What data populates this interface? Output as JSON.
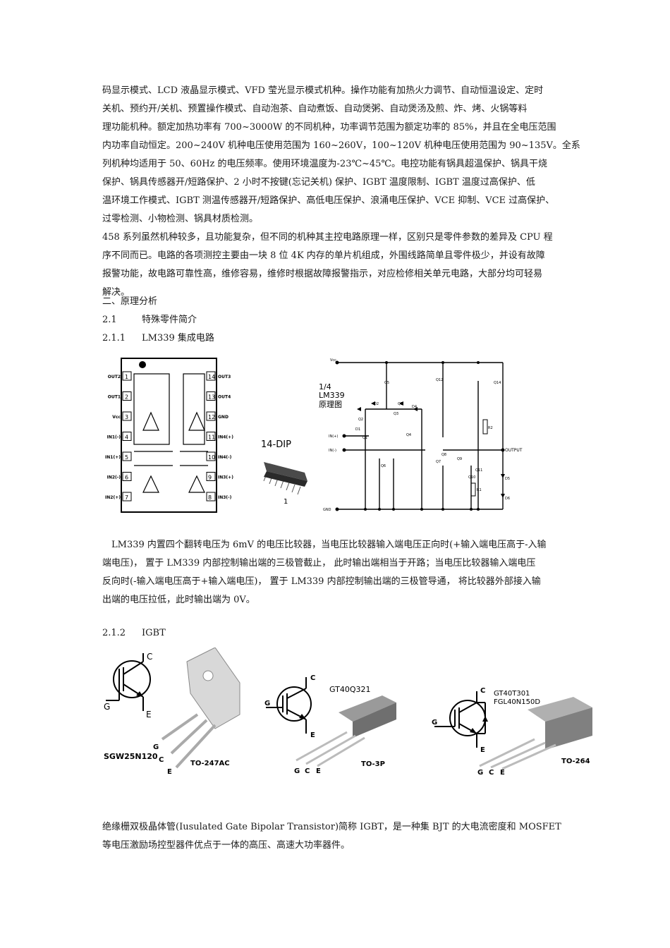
{
  "para1": [
    "码显示模式、LCD 液晶显示模式、VFD 莹光显示模式机种。操作功能有加热火力调节、自动恒温设定、定时",
    "关机、预约开/关机、预置操作模式、自动泡茶、自动煮饭、自动煲粥、自动煲汤及煎、炸、烤、火锅等料",
    "理功能机种。额定加热功率有 700~3000W 的不同机种，功率调节范围为额定功率的 85%，并且在全电压范围",
    "内功率自动恒定。200~240V 机种电压使用范围为 160~260V，100~120V 机种电压使用范围为 90~135V。全系",
    "列机种均适用于 50、60Hz 的电压频率。使用环境温度为-23℃~45℃。电控功能有锅具超温保护、锅具干烧",
    "保护、锅具传感器开/短路保护、2 小时不按键(忘记关机) 保护、IGBT 温度限制、IGBT 温度过高保护、低",
    "温环境工作模式、IGBT 测温传感器开/短路保护、高低电压保护、浪涌电压保护、VCE 抑制、VCE 过高保护、",
    "过零检测、小物检测、锅具材质检测。"
  ],
  "para2": [
    "458 系列虽然机种较多，且功能复杂，但不同的机种其主控电路原理一样，区别只是零件参数的差异及 CPU 程",
    "序不同而已。电路的各项测控主要由一块 8 位 4K 内存的单片机组成，外围线路简单且零件极少，并设有故障",
    "报警功能，故电路可靠性高，维修容易，维修时根据故障报警指示，对应检修相关单元电路，大部分均可轻易",
    "解决。"
  ],
  "section2": "二、原理分析",
  "h21": {
    "num": "2.1",
    "title": "特殊零件简介"
  },
  "h211": {
    "num": "2.1.1",
    "title": "LM339 集成电路"
  },
  "h212": {
    "num": "2.1.2",
    "title": "IGBT"
  },
  "lm339_pinout": {
    "left_pins": [
      {
        "n": "1",
        "label": "OUT2"
      },
      {
        "n": "2",
        "label": "OUT1"
      },
      {
        "n": "3",
        "label": "Vcc"
      },
      {
        "n": "4",
        "label": "IN1(-)"
      },
      {
        "n": "5",
        "label": "IN1(+)"
      },
      {
        "n": "6",
        "label": "IN2(-)"
      },
      {
        "n": "7",
        "label": "IN2(+)"
      }
    ],
    "right_pins": [
      {
        "n": "14",
        "label": "OUT3"
      },
      {
        "n": "13",
        "label": "OUT4"
      },
      {
        "n": "12",
        "label": "GND"
      },
      {
        "n": "11",
        "label": "IN4(+)"
      },
      {
        "n": "10",
        "label": "IN4(-)"
      },
      {
        "n": "9",
        "label": "IN3(+)"
      },
      {
        "n": "8",
        "label": "IN3(-)"
      }
    ]
  },
  "dip_label": "14-DIP",
  "dip_pin1": "1",
  "schematic": {
    "title1": "1/4",
    "title2": "LM339",
    "title3": "原理图",
    "vcc": "Vcc",
    "in_plus": "IN(+)",
    "in_minus": "IN(-)",
    "gnd": "GND",
    "output": "OUTPUT",
    "parts": [
      "Q5",
      "Q12",
      "Q14",
      "D2",
      "Q3",
      "Q5",
      "D4",
      "Q2",
      "D1",
      "Q1",
      "Q4",
      "Q6",
      "R2",
      "Q8",
      "Q7",
      "Q9",
      "Q11",
      "D5",
      "Q10",
      "R1",
      "D6"
    ]
  },
  "para3": [
    "LM339 内置四个翻转电压为 6mV 的电压比较器，当电压比较器输入端电压正向时(+输入端电压高于-入输",
    "端电压)， 置于 LM339 内部控制输出端的三极管截止， 此时输出端相当于开路；当电压比较器输入端电压",
    "反向时(-输入端电压高于+输入端电压)， 置于 LM339 内部控制输出端的三极管导通， 将比较器外部接入输",
    "出端的电压拉低，此时输出端为 0V。"
  ],
  "igbt1": {
    "c": "C",
    "g": "G",
    "e": "E",
    "part": "SGW25N120",
    "pkg": "TO-247AC",
    "pins": [
      "G",
      "C",
      "E"
    ]
  },
  "igbt2": {
    "c": "C",
    "g": "G",
    "e": "E",
    "part": "GT40Q321",
    "pkg": "TO-3P",
    "pins": [
      "G",
      "C",
      "E"
    ]
  },
  "igbt3": {
    "c": "C",
    "g": "G",
    "e": "E",
    "part1": "GT40T301",
    "part2": "FGL40N150D",
    "pkg": "TO-264",
    "pins": [
      "G",
      "C",
      "E"
    ]
  },
  "para4": [
    "绝缘栅双极晶体管(Iusulated Gate Bipolar Transistor)简称 IGBT，是一种集 BJT 的大电流密度和 MOSFET",
    "等电压激励场控型器件优点于一体的高压、高速大功率器件。"
  ]
}
